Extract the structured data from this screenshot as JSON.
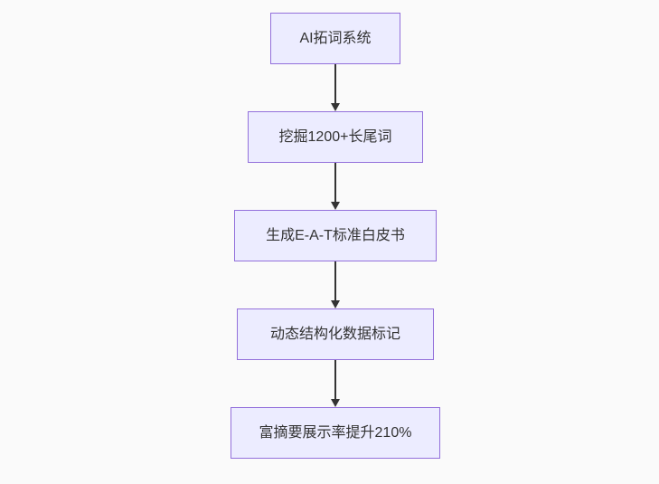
{
  "flowchart": {
    "type": "flowchart",
    "direction": "top-down",
    "nodes": [
      {
        "id": "n1",
        "label": "AI拓词系统"
      },
      {
        "id": "n2",
        "label": "挖掘1200+长尾词"
      },
      {
        "id": "n3",
        "label": "生成E-A-T标准白皮书"
      },
      {
        "id": "n4",
        "label": "动态结构化数据标记"
      },
      {
        "id": "n5",
        "label": "富摘要展示率提升210%"
      }
    ],
    "edges": [
      {
        "from": "n1",
        "to": "n2"
      },
      {
        "from": "n2",
        "to": "n3"
      },
      {
        "from": "n3",
        "to": "n4"
      },
      {
        "from": "n4",
        "to": "n5"
      }
    ],
    "colors": {
      "node_fill": "#ECECFF",
      "node_border": "#9370DB",
      "node_text": "#333333",
      "arrow": "#333333",
      "background": "#FAFAFA"
    }
  }
}
